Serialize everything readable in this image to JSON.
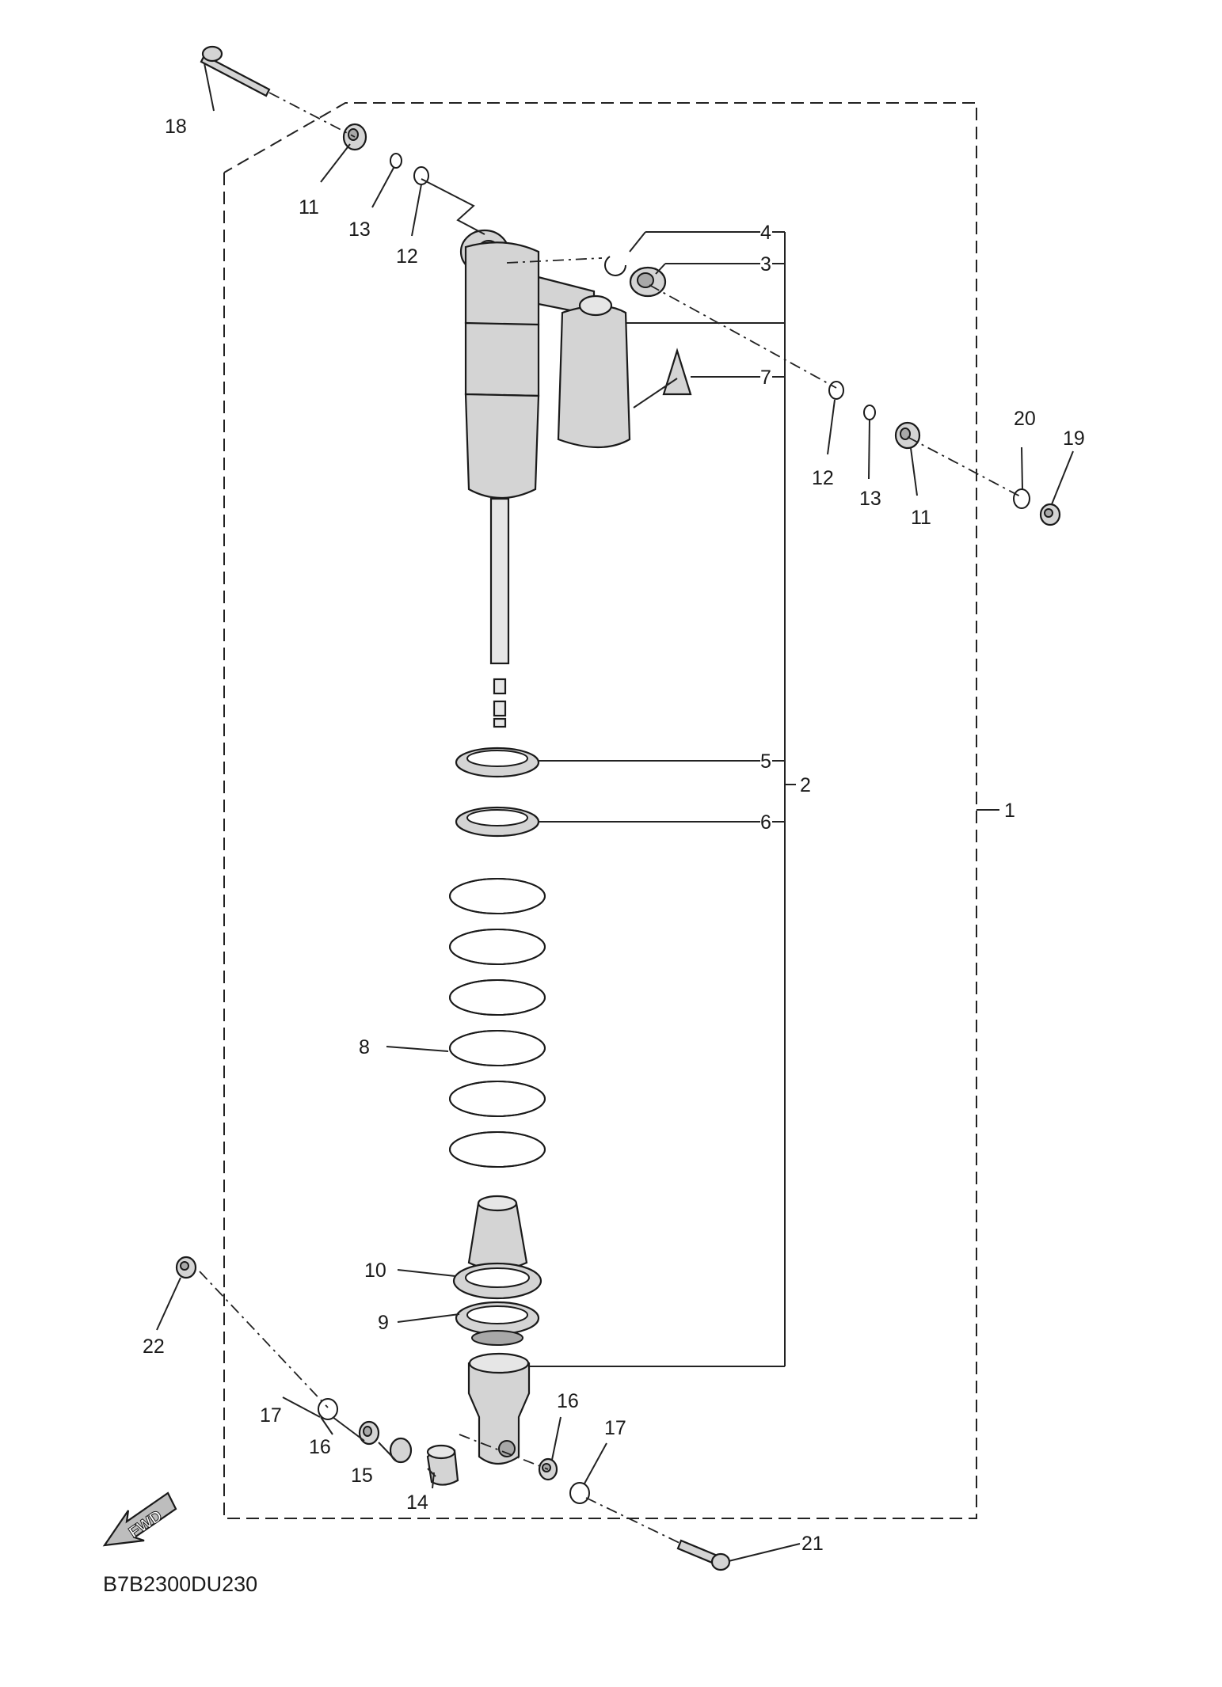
{
  "diagram": {
    "callouts": {
      "c1": "1",
      "c2": "2",
      "c3": "3",
      "c4": "4",
      "c5": "5",
      "c6": "6",
      "c7": "7",
      "c8": "8",
      "c9": "9",
      "c10": "10",
      "c11a": "11",
      "c11b": "11",
      "c12a": "12",
      "c12b": "12",
      "c13a": "13",
      "c13b": "13",
      "c14": "14",
      "c15": "15",
      "c16a": "16",
      "c16b": "16",
      "c17a": "17",
      "c17b": "17",
      "c18": "18",
      "c19": "19",
      "c20": "20",
      "c21": "21",
      "c22": "22"
    },
    "fwd_label": "FWD",
    "diagram_code": "B7B2300DU230",
    "colors": {
      "line": "#1a1a1a",
      "part_fill": "#d4d4d4",
      "background": "#ffffff"
    }
  }
}
